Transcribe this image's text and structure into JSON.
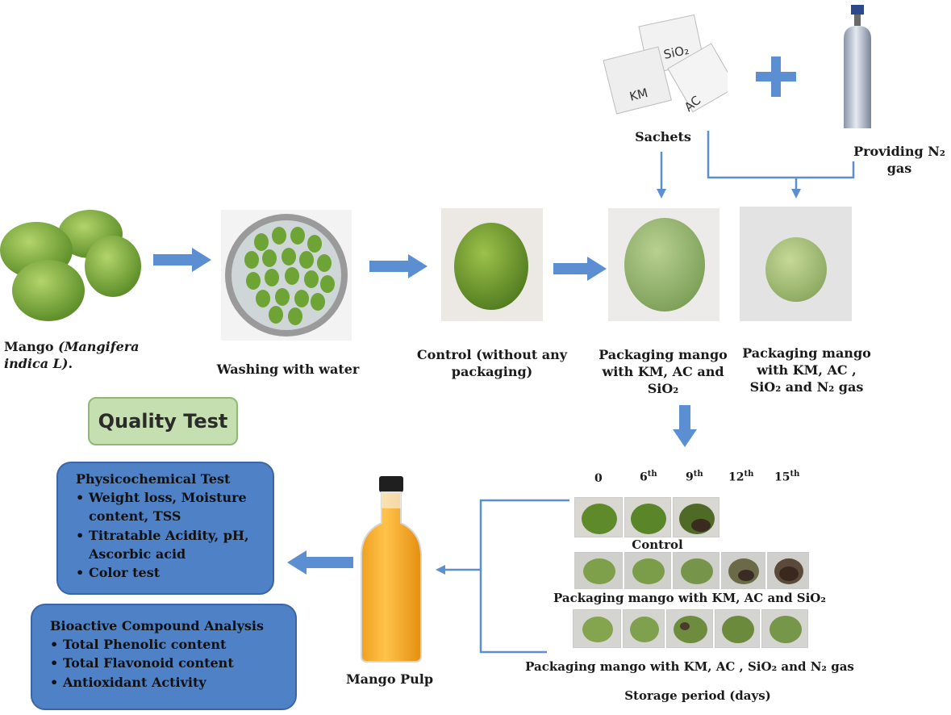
{
  "steps": {
    "mango": {
      "label_plain": "Mango ",
      "label_italic1": "(Mangifera",
      "label_italic2": "indica L)",
      "label_end": "."
    },
    "washing": {
      "label": "Washing with water"
    },
    "control": {
      "label1": "Control (without any",
      "label2": "packaging)"
    },
    "pack1": {
      "label1": "Packaging mango",
      "label2": "with KM, AC and",
      "label3": "SiO₂"
    },
    "pack2": {
      "label1": "Packaging mango",
      "label2": "with KM, AC ,",
      "label3": "SiO₂ and N₂ gas"
    }
  },
  "sachets": {
    "label": "Sachets",
    "items": [
      "SiO₂",
      "KM",
      "AC"
    ]
  },
  "gas": {
    "label1": "Providing N₂",
    "label2": "gas"
  },
  "quality": {
    "title": "Quality Test"
  },
  "physicochemical": {
    "title": "Physicochemical Test",
    "items": [
      "Weight loss, Moisture",
      "content, TSS",
      "Titratable Acidity, pH,",
      "Ascorbic acid",
      "Color test"
    ]
  },
  "bioactive": {
    "title": "Bioactive Compound Analysis",
    "items": [
      "Total Phenolic content",
      "Total Flavonoid content",
      "Antioxidant Activity"
    ]
  },
  "pulp": {
    "label": "Mango Pulp"
  },
  "storage": {
    "days": [
      {
        "num": "0",
        "sup": ""
      },
      {
        "num": "6",
        "sup": "th"
      },
      {
        "num": "9",
        "sup": "th"
      },
      {
        "num": "12",
        "sup": "th"
      },
      {
        "num": "15",
        "sup": "th"
      }
    ],
    "row_labels": [
      "Control",
      "Packaging mango with KM, AC and SiO₂",
      "Packaging mango with KM, AC , SiO₂ and N₂ gas"
    ],
    "axis_label": "Storage period  (days)"
  },
  "colors": {
    "arrow": "#5b8fd1",
    "mango": "#7fae3a",
    "box_blue": "#4f81c7",
    "box_green": "#c6dfb0",
    "plus": "#5b8fd1"
  }
}
